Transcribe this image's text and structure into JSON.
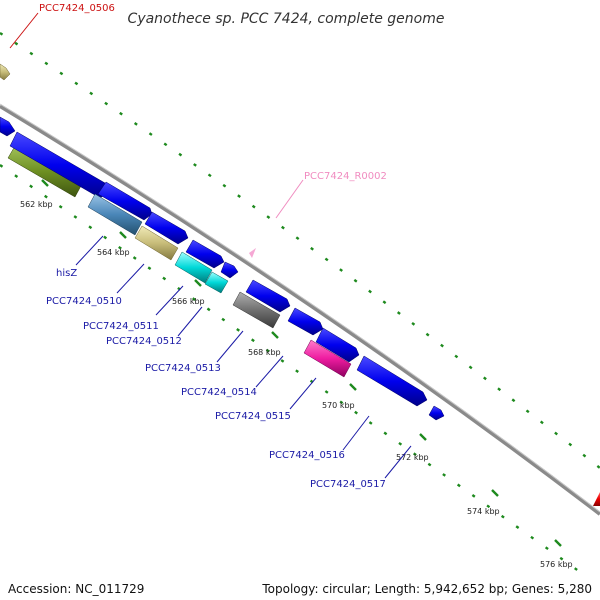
{
  "title": "Cyanothece sp. PCC 7424, complete genome",
  "colors": {
    "backbone": "#8c8c8c",
    "tick": "#1e8a1e",
    "gene_label": "#1a1aa6",
    "highlight_label": "#cc1111",
    "rna_label": "#f08cc0"
  },
  "ticks": [
    {
      "label": "562 kbp"
    },
    {
      "label": "564 kbp"
    },
    {
      "label": "566 kbp"
    },
    {
      "label": "568 kbp"
    },
    {
      "label": "570 kbp"
    },
    {
      "label": "572 kbp"
    },
    {
      "label": "574 kbp"
    },
    {
      "label": "576 kbp"
    }
  ],
  "gene_labels": [
    {
      "text": "PCC7424_0506",
      "color": "#cc1111"
    },
    {
      "text": "PCC7424_R0002",
      "color": "#f08cc0"
    },
    {
      "text": "hisZ",
      "color": "#1a1aa6"
    },
    {
      "text": "PCC7424_0510",
      "color": "#1a1aa6"
    },
    {
      "text": "PCC7424_0511",
      "color": "#1a1aa6"
    },
    {
      "text": "PCC7424_0512",
      "color": "#1a1aa6"
    },
    {
      "text": "PCC7424_0513",
      "color": "#1a1aa6"
    },
    {
      "text": "PCC7424_0514",
      "color": "#1a1aa6"
    },
    {
      "text": "PCC7424_0515",
      "color": "#1a1aa6"
    },
    {
      "text": "PCC7424_0516",
      "color": "#1a1aa6"
    },
    {
      "text": "PCC7424_0517",
      "color": "#1a1aa6"
    }
  ],
  "footer": {
    "accession": "Accession: NC_011729",
    "summary": "Topology: circular; Length: 5,942,652 bp; Genes: 5,280"
  }
}
